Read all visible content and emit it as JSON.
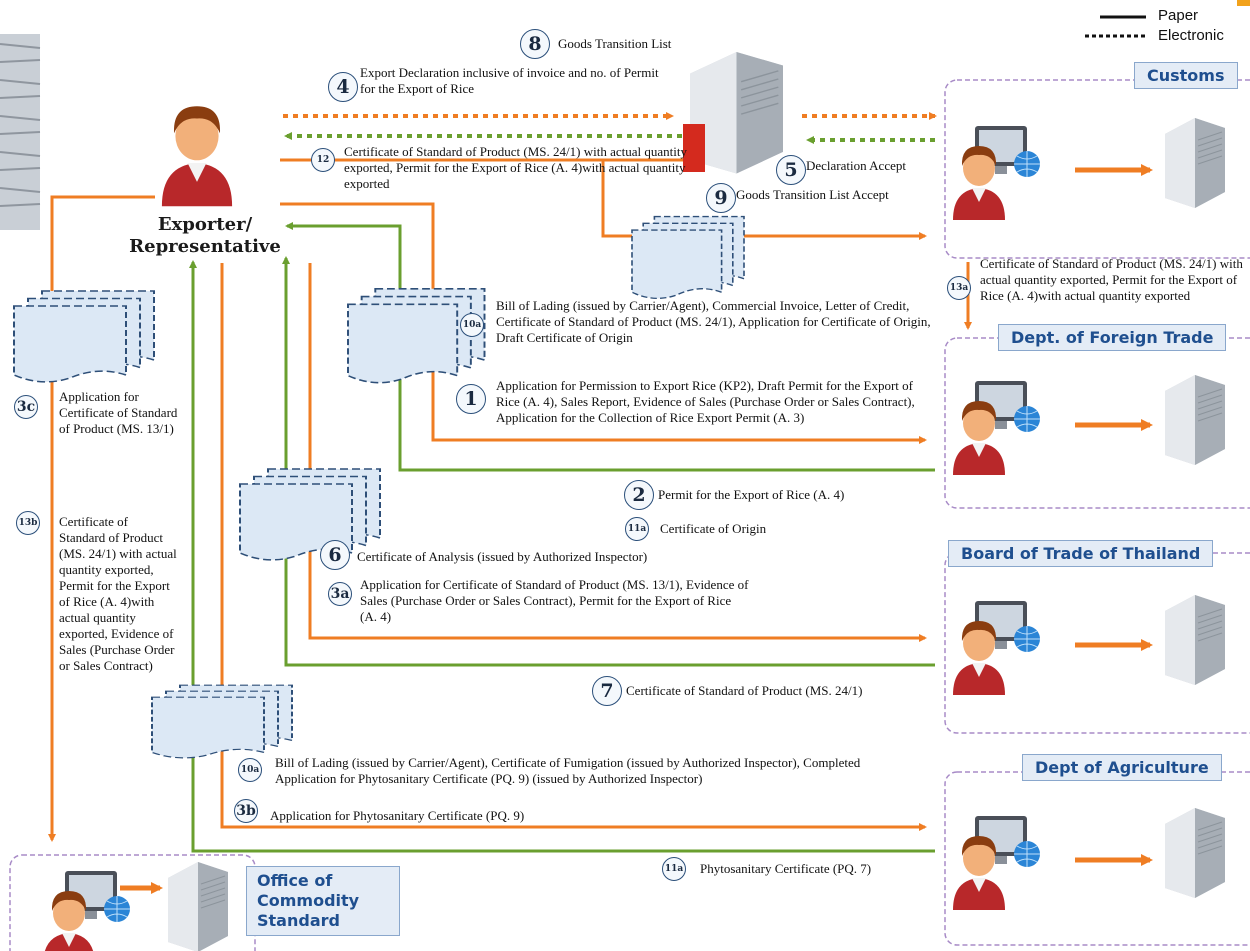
{
  "legend": {
    "paper": "Paper",
    "electronic": "Electronic"
  },
  "actors": {
    "exporter": [
      "Exporter/",
      "Representative"
    ],
    "customs": "Customs",
    "dft": "Dept. of Foreign Trade",
    "btt": "Board of Trade of Thailand",
    "agri": "Dept of Agriculture",
    "ocs": [
      "Office of",
      "Commodity",
      "Standard"
    ]
  },
  "badges": {
    "b8": "8",
    "b4": "4",
    "b12": "12",
    "b5": "5",
    "b9": "9",
    "b13a": "13a",
    "b10a": "10a",
    "b1": "1",
    "b2": "2",
    "b11a": "11a",
    "b6": "6",
    "b3a": "3a",
    "b7": "7",
    "b3c": "3c",
    "b13b": "13b",
    "b10a2": "10a",
    "b3b": "3b",
    "b11a2": "11a"
  },
  "labels": {
    "goods_list": "Goods Transition List",
    "export_decl": "Export Declaration inclusive of invoice and no. of Permit for the Export of Rice",
    "cert_12": "Certificate of Standard of Product (MS. 24/1) with actual quantity exported, Permit for the Export of Rice (A. 4)with actual quantity exported",
    "decl_accept": "Declaration Accept",
    "goods_accept": "Goods Transition List Accept",
    "cert_13a": "Certificate of Standard of Product (MS. 24/1) with actual quantity exported, Permit for the Export of Rice (A. 4)with actual quantity exported",
    "docs_10a": "Bill of Lading (issued by Carrier/Agent), Commercial Invoice, Letter of Credit, Certificate of Standard of Product (MS. 24/1), Application for Certificate of Origin, Draft Certificate of Origin",
    "docs_1": "Application for Permission to Export Rice (KP2), Draft Permit for the Export of Rice (A. 4), Sales Report, Evidence of Sales (Purchase Order or Sales Contract), Application for the Collection of Rice Export Permit (A. 3)",
    "permit_2": "Permit for the Export of Rice (A. 4)",
    "cert_origin": "Certificate of Origin",
    "analysis_6": "Certificate of Analysis (issued by Authorized Inspector)",
    "app_3a": "Application for Certificate of Standard of Product (MS. 13/1), Evidence of Sales (Purchase Order or Sales Contract), Permit for the Export of Rice (A. 4)",
    "cert_7": "Certificate of Standard of Product (MS. 24/1)",
    "app_3c": "Application for Certificate of Standard of Product (MS. 13/1)",
    "cert_13b": "Certificate of Standard of Product (MS. 24/1) with actual quantity exported, Permit for the Export of Rice (A. 4)with actual quantity exported, Evidence of Sales (Purchase Order or Sales Contract)",
    "docs_10a_agri": "Bill of Lading (issued by Carrier/Agent), Certificate of Fumigation (issued by Authorized Inspector), Completed Application for Phytosanitary Certificate (PQ. 9) (issued by Authorized Inspector)",
    "app_3b": "Application for Phytosanitary Certificate (PQ. 9)",
    "phyto_11a": "Phytosanitary Certificate (PQ. 7)"
  },
  "colors": {
    "paper": "#ef7d23",
    "electronic_green": "#6a9f2f",
    "org_border": "#a88bc7",
    "title_text": "#1f4f8f",
    "title_bg": "#e4ecf6"
  }
}
